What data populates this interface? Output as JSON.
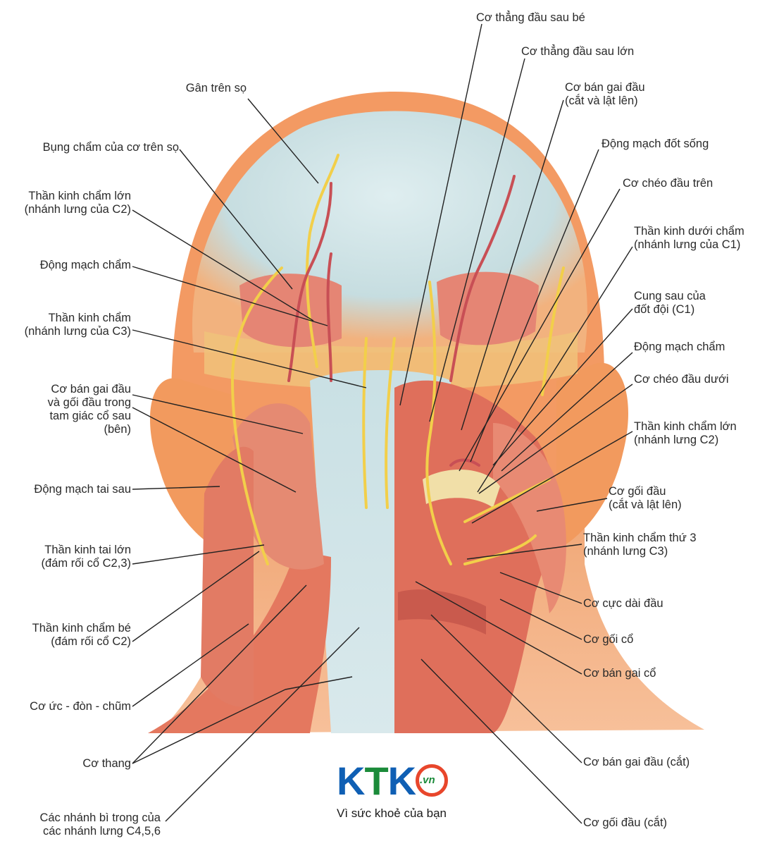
{
  "left_labels": [
    {
      "id": "gan-tren-so",
      "lines": [
        "Gân trên sọ"
      ]
    },
    {
      "id": "bung-cham",
      "lines": [
        "Bụng chẩm của cơ trên sọ"
      ]
    },
    {
      "id": "tk-cham-lon-l",
      "lines": [
        "Thần kinh chẩm lớn",
        "(nhánh lưng của C2)"
      ]
    },
    {
      "id": "dm-cham-l",
      "lines": [
        "Động mạch chẩm"
      ]
    },
    {
      "id": "tk-cham-l",
      "lines": [
        "Thần kinh chẩm",
        "(nhánh lưng của C3)"
      ]
    },
    {
      "id": "co-ban-gai-goi",
      "lines": [
        "Cơ bán gai đầu",
        "và gối đầu trong",
        "tam giác cổ sau",
        "(bên)"
      ]
    },
    {
      "id": "dm-tai-sau",
      "lines": [
        "Động mạch tai sau"
      ]
    },
    {
      "id": "tk-tai-lon",
      "lines": [
        "Thần kinh tai lớn",
        "(đám rối cổ C2,3)"
      ]
    },
    {
      "id": "tk-cham-be",
      "lines": [
        "Thần kinh chẩm bé",
        "(đám rối cổ C2)"
      ]
    },
    {
      "id": "co-uc-don-chum",
      "lines": [
        "Cơ ức - đòn - chũm"
      ]
    },
    {
      "id": "co-thang",
      "lines": [
        "Cơ thang"
      ]
    },
    {
      "id": "cac-nhanh-bi",
      "lines": [
        "Các nhánh bì trong của",
        "các nhánh lưng C4,5,6"
      ]
    }
  ],
  "right_labels": [
    {
      "id": "co-thang-dau-sau-be",
      "lines": [
        "Cơ thẳng đầu sau bé"
      ]
    },
    {
      "id": "co-thang-dau-sau-lon",
      "lines": [
        "Cơ thẳng đầu sau lớn"
      ]
    },
    {
      "id": "co-ban-gai-dau-cat",
      "lines": [
        "Cơ bán gai đầu",
        "(cắt và lật lên)"
      ]
    },
    {
      "id": "dm-dot-song",
      "lines": [
        "Động mạch đốt sống"
      ]
    },
    {
      "id": "co-cheo-dau-tren",
      "lines": [
        "Cơ chéo đầu trên"
      ]
    },
    {
      "id": "tk-duoi-cham",
      "lines": [
        "Thần kinh dưới chẩm",
        "(nhánh lưng của C1)"
      ]
    },
    {
      "id": "cung-sau",
      "lines": [
        "Cung sau của",
        "đốt đội (C1)"
      ]
    },
    {
      "id": "dm-cham-r",
      "lines": [
        "Động mạch chẩm"
      ]
    },
    {
      "id": "co-cheo-dau-duoi",
      "lines": [
        "Cơ chéo đầu dưới"
      ]
    },
    {
      "id": "tk-cham-lon-r",
      "lines": [
        "Thần kinh chẩm lớn",
        "(nhánh lưng C2)"
      ]
    },
    {
      "id": "co-goi-dau-cat-lat",
      "lines": [
        "Cơ gối đầu",
        "(cắt và lật lên)"
      ]
    },
    {
      "id": "tk-cham-thu-3",
      "lines": [
        "Thần kinh chẩm thứ 3",
        "(nhánh lưng C3)"
      ]
    },
    {
      "id": "co-cuc-dai-dau",
      "lines": [
        "Cơ cực dài đầu"
      ]
    },
    {
      "id": "co-goi-co",
      "lines": [
        "Cơ gối cổ"
      ]
    },
    {
      "id": "co-ban-gai-co",
      "lines": [
        "Cơ bán gai cổ"
      ]
    },
    {
      "id": "co-ban-gai-dau-cat2",
      "lines": [
        "Cơ bán gai đầu (cắt)"
      ]
    },
    {
      "id": "co-goi-dau-cat",
      "lines": [
        "Cơ gối đầu (cắt)"
      ]
    }
  ],
  "logo": {
    "k1": "K",
    "t": "T",
    "k2": "K",
    "vn": ".vn",
    "slogan": "Vì sức khoẻ của bạn"
  },
  "colors": {
    "skin": "#f39a63",
    "muscle": "#e0735f",
    "fascia": "#bfd9df",
    "nerve": "#f2cf4a",
    "artery": "#c84f55"
  }
}
